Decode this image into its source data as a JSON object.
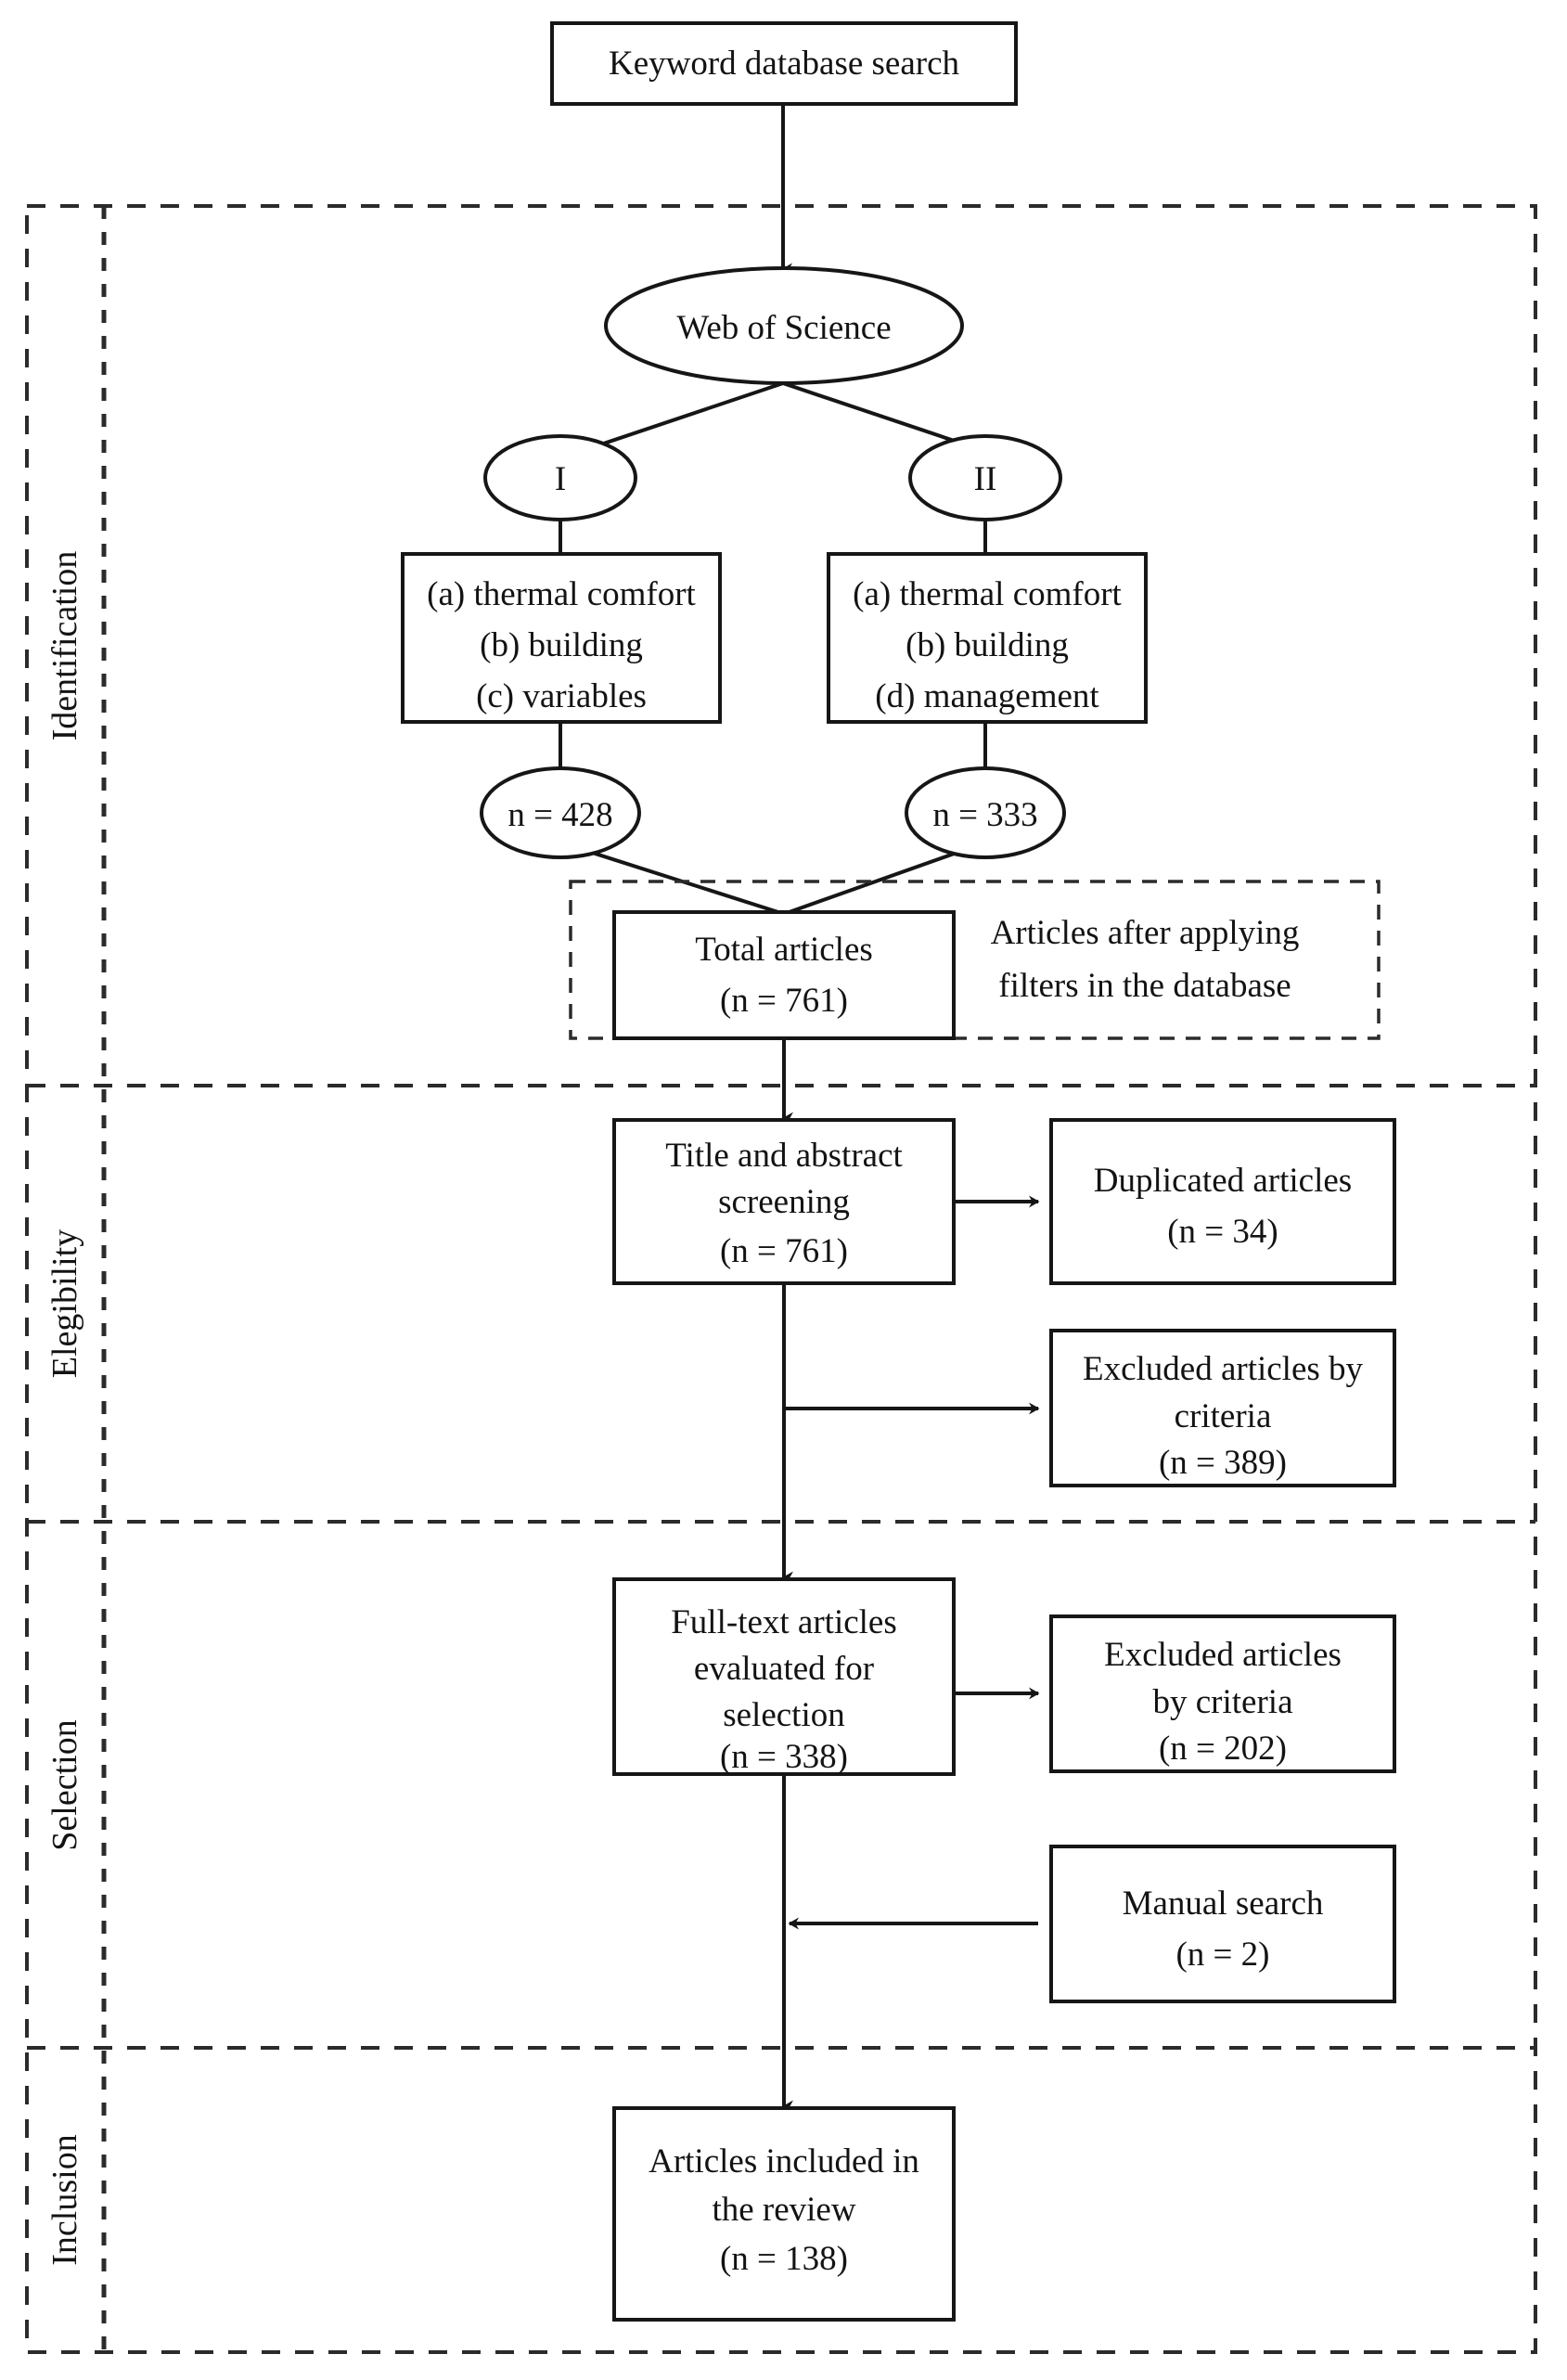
{
  "diagram": {
    "title_box": {
      "label": "Keyword database search"
    },
    "database": {
      "label": "Web of Science"
    },
    "queries": [
      {
        "id": "I",
        "label": "I"
      },
      {
        "id": "II",
        "label": "II"
      }
    ],
    "query_terms": [
      {
        "lines": [
          "(a) thermal comfort",
          "(b) building",
          "(c) variables"
        ]
      },
      {
        "lines": [
          "(a) thermal comfort",
          "(b) building",
          "(d) management"
        ]
      }
    ],
    "query_results": [
      {
        "label": "n = 428"
      },
      {
        "label": "n = 333"
      }
    ],
    "total_articles": {
      "lines": [
        "Total articles",
        "(n = 761)"
      ]
    },
    "filter_note": {
      "lines": [
        "Articles after applying",
        "filters in the database"
      ]
    },
    "screening": {
      "lines": [
        "Title and abstract",
        "screening",
        "(n = 761)"
      ]
    },
    "duplicates": {
      "lines": [
        "Duplicated articles",
        "(n = 34)"
      ]
    },
    "excluded_screening": {
      "lines": [
        "Excluded articles by",
        "criteria",
        "(n = 389)"
      ]
    },
    "fulltext": {
      "lines": [
        "Full-text articles",
        "evaluated for",
        "selection",
        "(n = 338)"
      ]
    },
    "excluded_fulltext": {
      "lines": [
        "Excluded articles",
        "by criteria",
        "(n = 202)"
      ]
    },
    "manual_search": {
      "lines": [
        "Manual search",
        "(n = 2)"
      ]
    },
    "included": {
      "lines": [
        "Articles included in",
        "the review",
        "(n = 138)"
      ]
    },
    "stages": [
      {
        "label": "Identification"
      },
      {
        "label": "Elegibility"
      },
      {
        "label": "Selection"
      },
      {
        "label": "Inclusion"
      }
    ],
    "colors": {
      "stroke": "#161616",
      "dashed": "#2b2b2b",
      "background": "#ffffff",
      "text": "#131313"
    }
  }
}
